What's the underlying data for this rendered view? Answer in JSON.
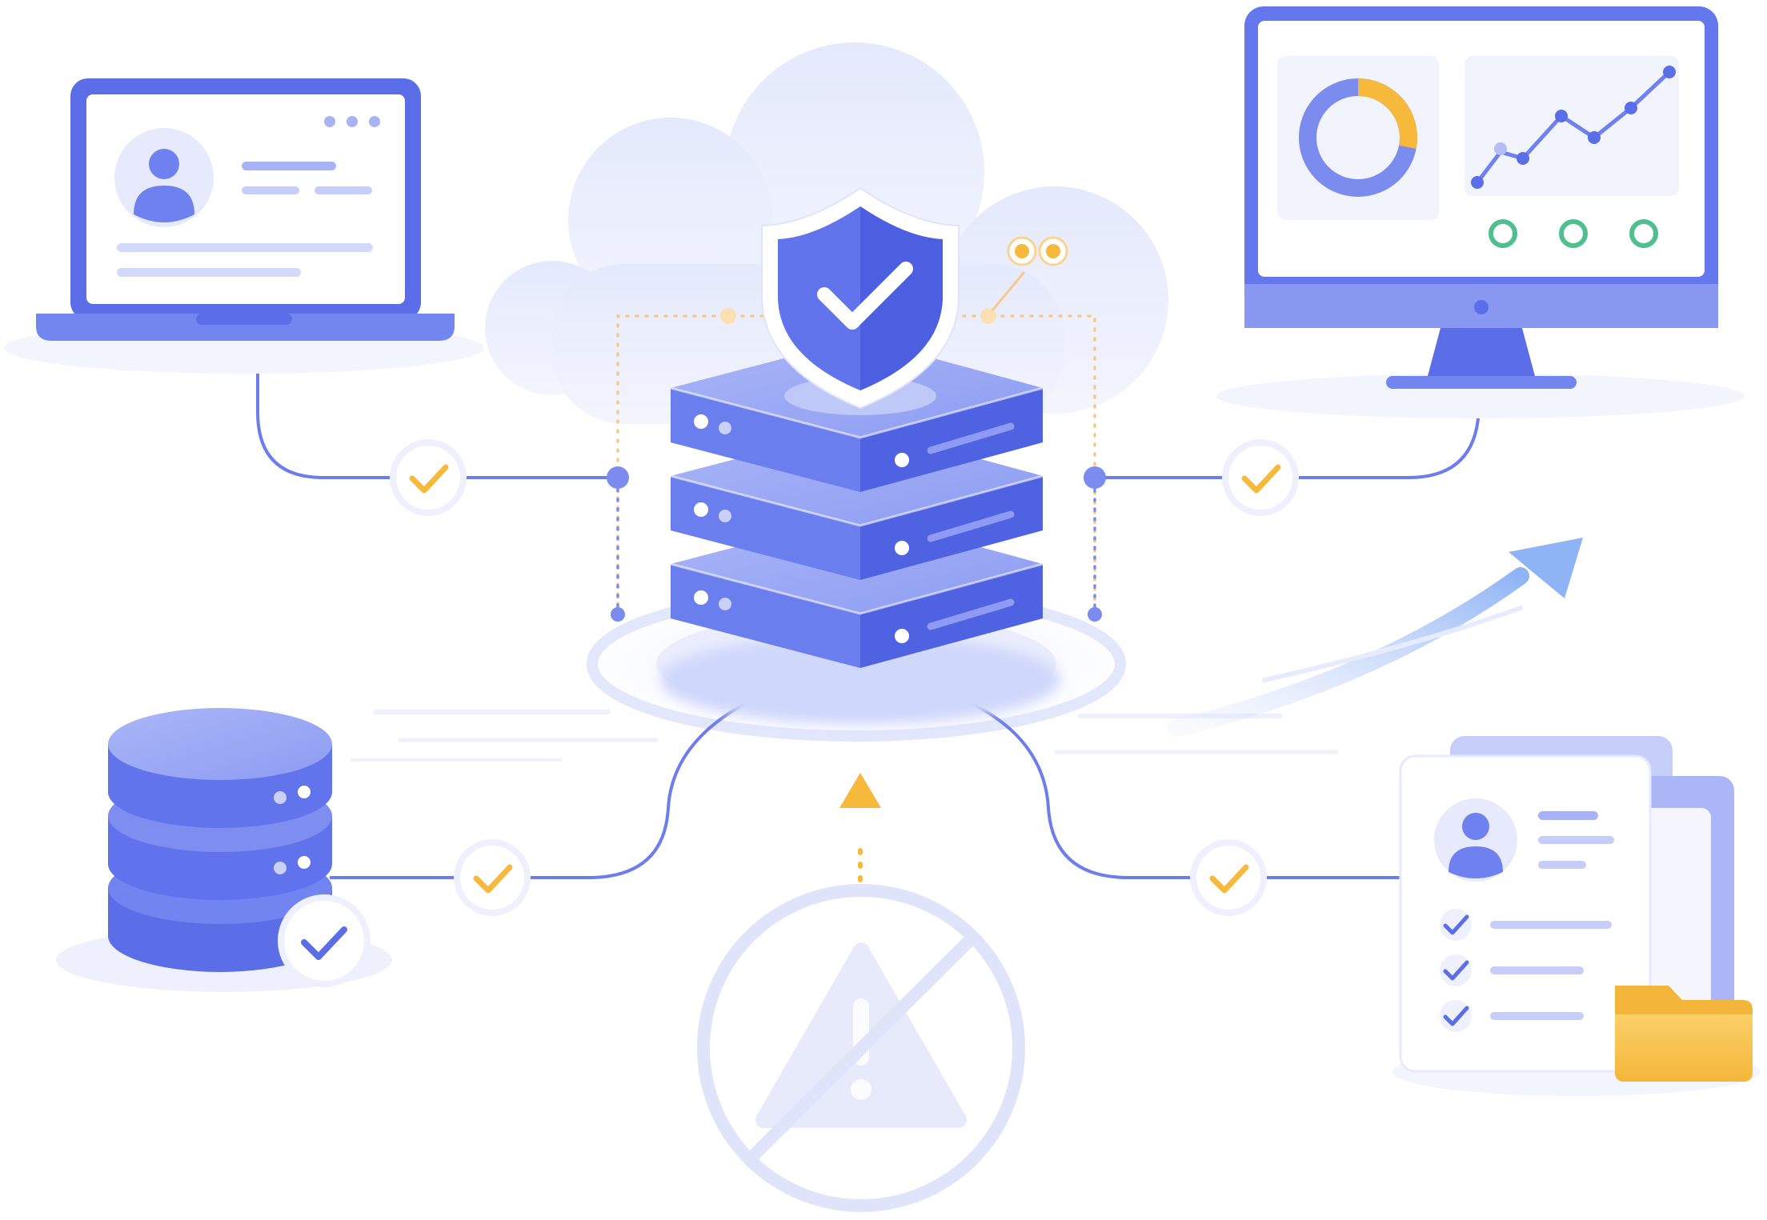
{
  "palette": {
    "primary": "#5b6ee8",
    "primary_dark": "#4455d6",
    "primary_light": "#8e9cf2",
    "pale": "#e8ecfd",
    "cloud": "#eaeefc",
    "accent_yellow": "#f6b93b",
    "accent_green": "#4fbf8f",
    "background": "#ffffff"
  },
  "icons": {
    "central": "server-stack-icon",
    "security": "shield-check-icon",
    "client_laptop": "laptop-profile-icon",
    "client_monitor": "monitor-dashboard-icon",
    "storage": "database-icon",
    "records": "document-profile-icon",
    "folder": "folder-icon",
    "blocked": "warning-prohibited-icon",
    "growth": "arrow-up-right-icon",
    "connection_status": "checkmark-icon"
  },
  "connections": [
    {
      "from": "laptop",
      "to": "server",
      "status": "check"
    },
    {
      "from": "server",
      "to": "monitor",
      "status": "check"
    },
    {
      "from": "database",
      "to": "server",
      "status": "check"
    },
    {
      "from": "server",
      "to": "document",
      "status": "check"
    }
  ],
  "dashboard": {
    "donut_fraction_highlight": 0.28,
    "status_dots": 3
  }
}
